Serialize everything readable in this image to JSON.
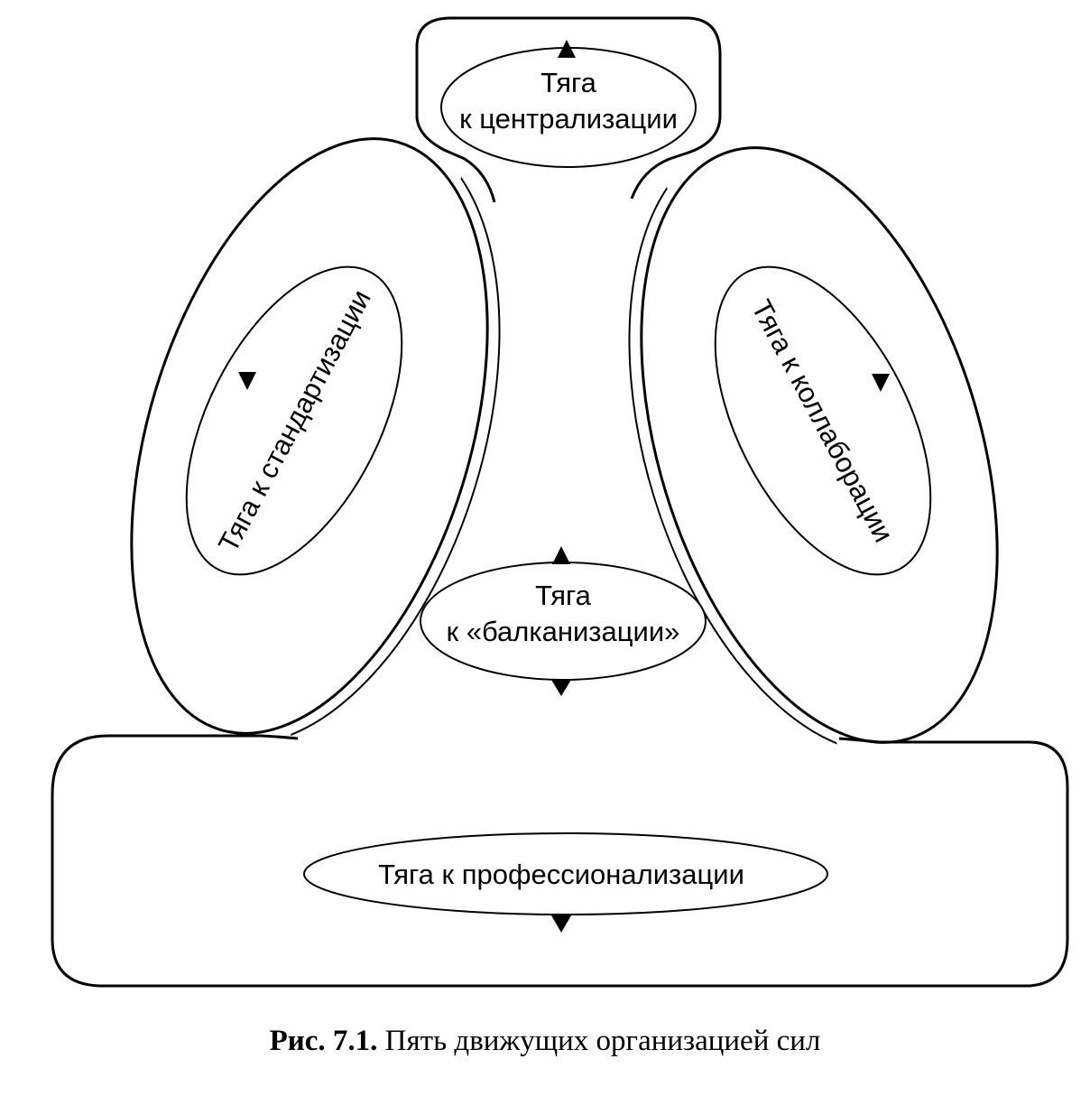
{
  "nodes": {
    "centralization": {
      "line1": "Тяга",
      "line2": "к централизации"
    },
    "standardization": {
      "text": "Тяга к стандартизации"
    },
    "collaboration": {
      "text": "Тяга к коллаборации"
    },
    "balkanization": {
      "line1": "Тяга",
      "line2": "к «балканизации»"
    },
    "professionalization": {
      "text": "Тяга к профессионализации"
    }
  },
  "caption": {
    "number": "Рис. 7.1.",
    "text": "Пять движущих организацией сил"
  },
  "colors": {
    "stroke": "#000000",
    "background": "#ffffff"
  }
}
